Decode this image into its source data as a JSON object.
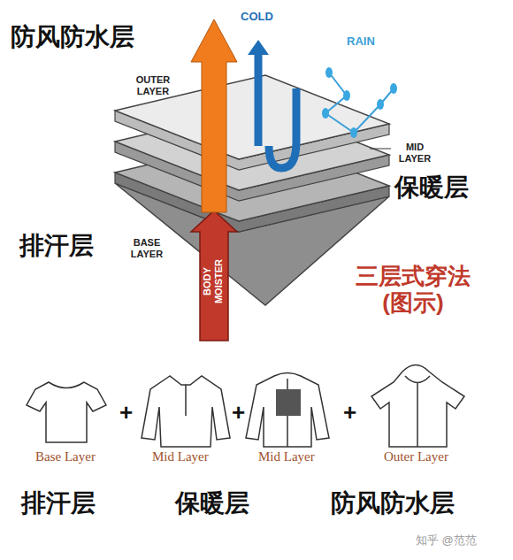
{
  "diagram": {
    "title": "三层式穿法 (图示)",
    "labels": [
      "防风防水层",
      "COLD",
      "RAIN",
      "OUTER LAYER",
      "MID LAYER",
      "保暖层",
      "排汗层",
      "BASE LAYER",
      "BODY MOISTER",
      "Base Layer",
      "+",
      "Mid Layer",
      "+",
      "Mid Layer",
      "+",
      "Outer Layer",
      "排汗层",
      "保暖层",
      "防风防水层",
      "知乎 @范范"
    ]
  }
}
